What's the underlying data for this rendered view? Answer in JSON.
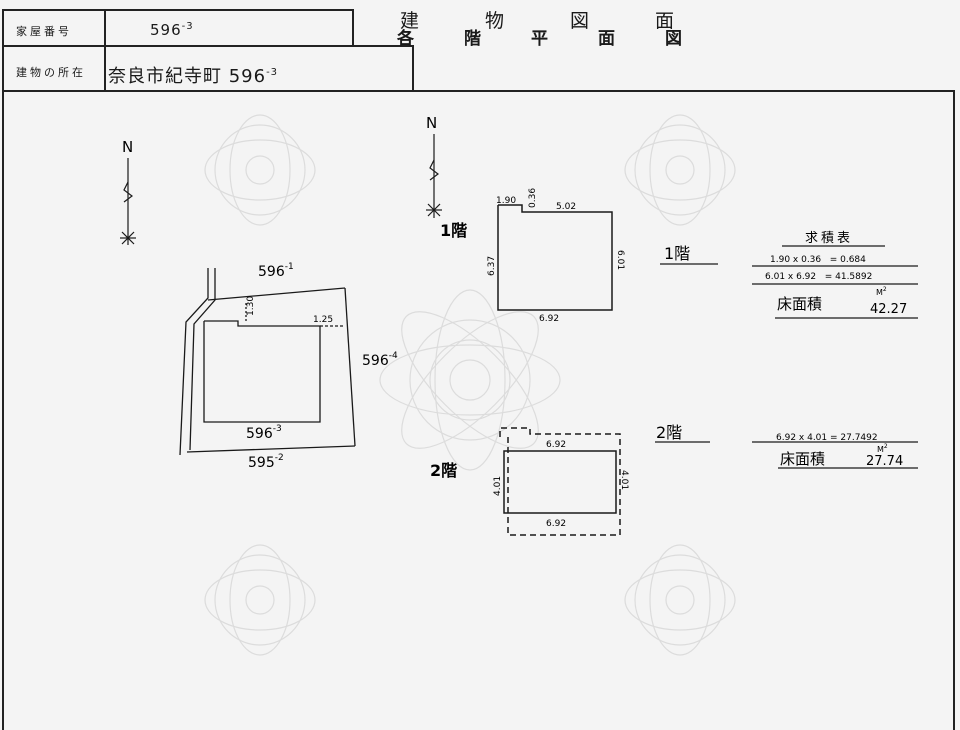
{
  "header": {
    "house_no_label": "家屋番号",
    "house_no_value": "596",
    "house_no_sup": "-3",
    "location_label": "建物の所在",
    "location_value": "奈良市紀寺町 596",
    "location_sup": "-3",
    "title_line1": "建物図面",
    "title_line2": "各階平面図"
  },
  "site_plan": {
    "north": "N",
    "lot_north": "596",
    "lot_north_sup": "-1",
    "lot_east": "596",
    "lot_east_sup": "-4",
    "lot_self": "596",
    "lot_self_sup": "-3",
    "lot_south": "595",
    "lot_south_sup": "-2",
    "dim_130": "1.30",
    "dim_125": "1.25"
  },
  "floor1": {
    "north": "N",
    "label": "1階",
    "dim_190": "1.90",
    "dim_036": "0.36",
    "dim_502": "5.02",
    "dim_637": "6.37",
    "dim_601": "6.01",
    "dim_692": "6.92"
  },
  "floor2": {
    "label": "2階",
    "dim_top": "6.92",
    "dim_left": "4.01",
    "dim_right": "4.01",
    "dim_bottom": "6.92"
  },
  "area_table": {
    "title": "求積表",
    "floor1_label": "1階",
    "floor1_calc1": "1.90 x 0.36   = 0.684",
    "floor1_calc2": "6.01 x 6.92   = 41.5892",
    "floor1_area_label": "床面積",
    "floor1_area": "42.27",
    "floor2_label": "2階",
    "floor2_calc": "6.92 x 4.01 = 27.7492",
    "floor2_area_label": "床面積",
    "floor2_area": "27.74",
    "unit": "M",
    "unit_sup": "2"
  },
  "colors": {
    "ink": "#1a1a1a",
    "paper": "#f4f4f4",
    "watermark": "#dcdcdc"
  }
}
